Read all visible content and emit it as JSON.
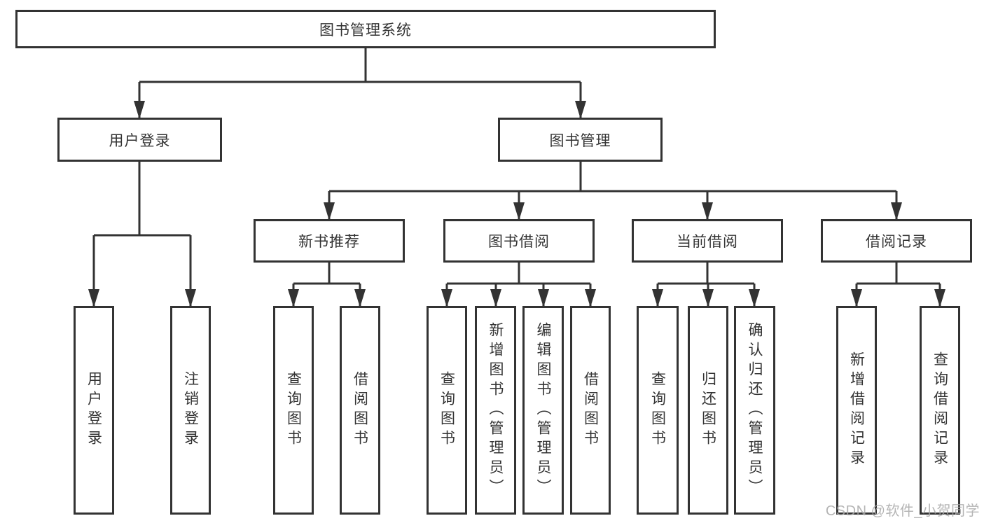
{
  "diagram": {
    "title_node": "图书管理系统",
    "branches": {
      "user_login": {
        "label": "用户登录",
        "children": {
          "login": "用户登录",
          "logout": "注销登录"
        }
      },
      "book_management": {
        "label": "图书管理",
        "children": {
          "new_book_recommend": {
            "label": "新书推荐",
            "children": {
              "query_book": "查询图书",
              "borrow_book": "借阅图书"
            }
          },
          "book_borrowing": {
            "label": "图书借阅",
            "children": {
              "query_book": "查询图书",
              "add_book": "新增图书（管理员）",
              "edit_book": "编辑图书（管理员）",
              "borrow_book": "借阅图书"
            }
          },
          "current_borrowing": {
            "label": "当前借阅",
            "children": {
              "query_book": "查询图书",
              "return_book": "归还图书",
              "confirm_return": "确认归还（管理员）"
            }
          },
          "borrowing_records": {
            "label": "借阅记录",
            "children": {
              "add_record": "新增借阅记录",
              "query_record": "查询借阅记录"
            }
          }
        }
      }
    },
    "line_color": "#333333"
  },
  "watermark": {
    "text": "CSDN @软件_小贺同学"
  }
}
